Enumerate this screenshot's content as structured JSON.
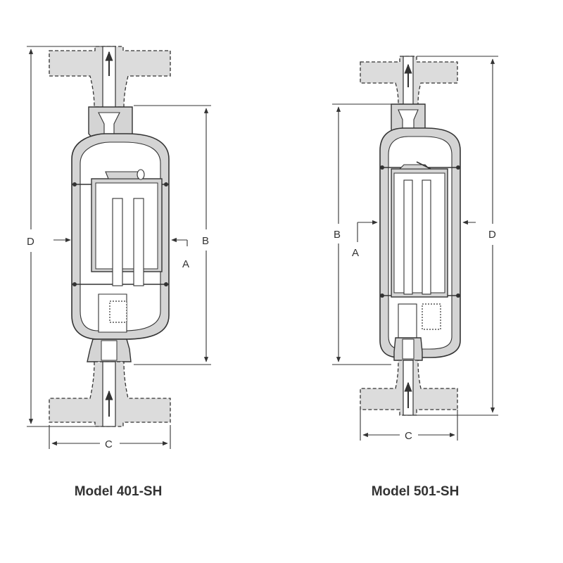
{
  "models": [
    {
      "caption": "Model 401-SH",
      "dimensions": {
        "a": "A",
        "b": "B",
        "c": "C",
        "d": "D"
      }
    },
    {
      "caption": "Model 501-SH",
      "dimensions": {
        "a": "A",
        "b": "B",
        "c": "C",
        "d": "D"
      }
    }
  ],
  "colors": {
    "body_fill": "#d4d4d4",
    "pipe_fill": "#dcdcdc",
    "inner_fill": "#ffffff",
    "line": "#333333"
  }
}
